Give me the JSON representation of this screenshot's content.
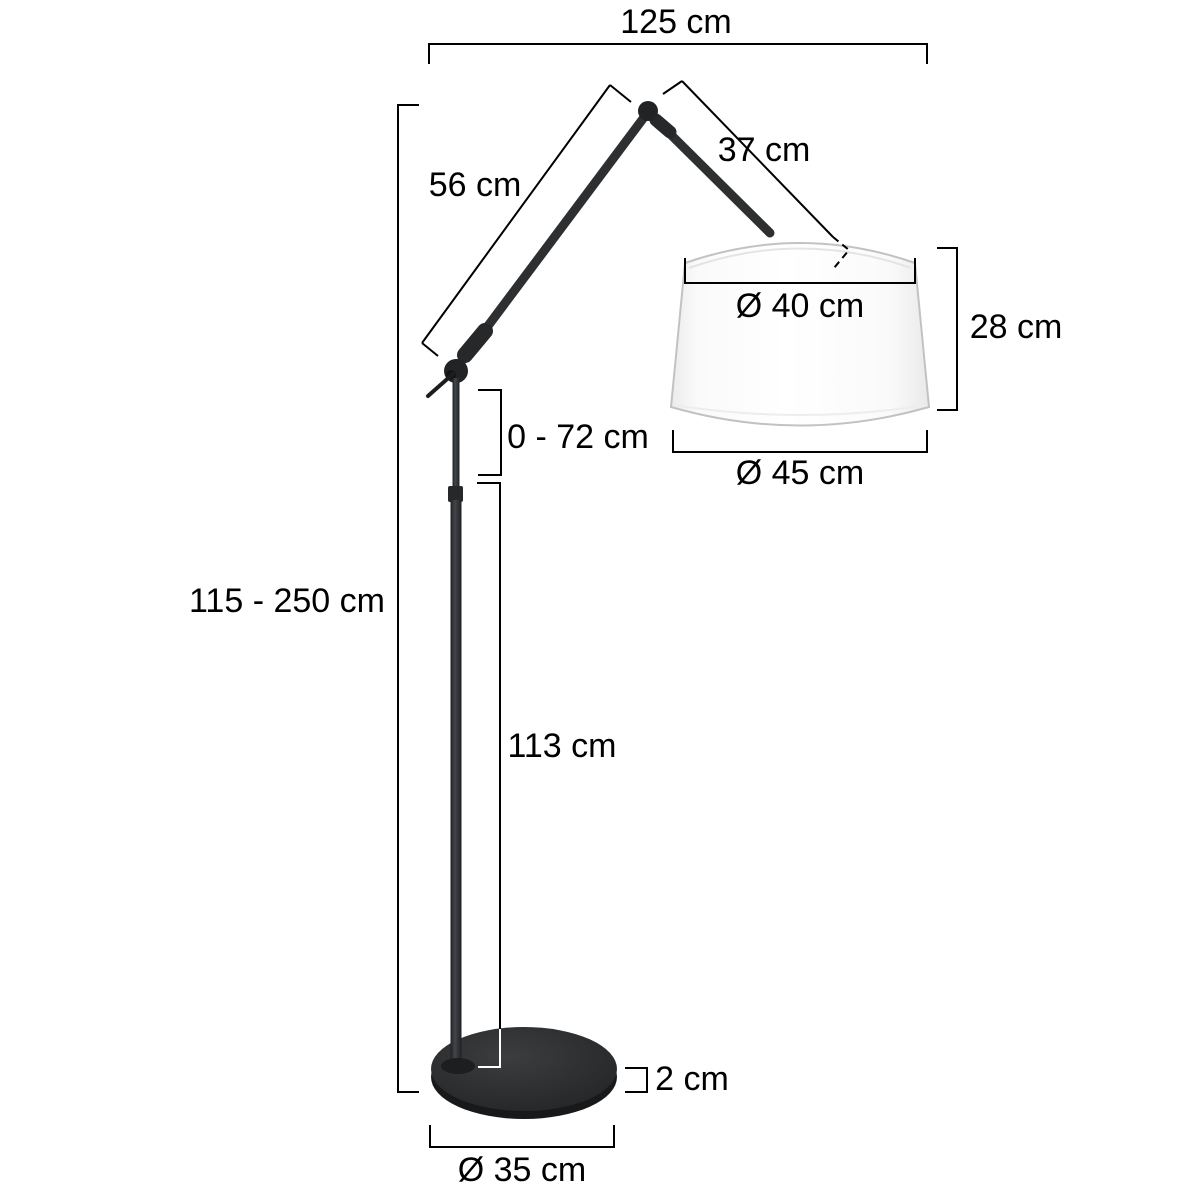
{
  "page": {
    "background": "#ffffff"
  },
  "diagram": {
    "subject": "articulated floor lamp with fabric shade - dimension drawing",
    "unit": "cm",
    "colors": {
      "lamp_metal": "#2d2f31",
      "shade_fill": "#ffffff",
      "shade_outline": "#c2c2c2",
      "dimension_line": "#000000",
      "label_text": "#000000"
    },
    "dimensions": {
      "total_width": "125 cm",
      "front_arm_length": "37 cm",
      "rear_arm_length": "56 cm",
      "shade_top_diameter": "Ø 40 cm",
      "shade_height": "28 cm",
      "shade_bottom_diameter": "Ø 45 cm",
      "telescopic_range": "0 - 72 cm",
      "total_height": "115 - 250 cm",
      "lower_pole_height": "113 cm",
      "base_height": "2 cm",
      "base_diameter": "Ø 35 cm"
    }
  }
}
